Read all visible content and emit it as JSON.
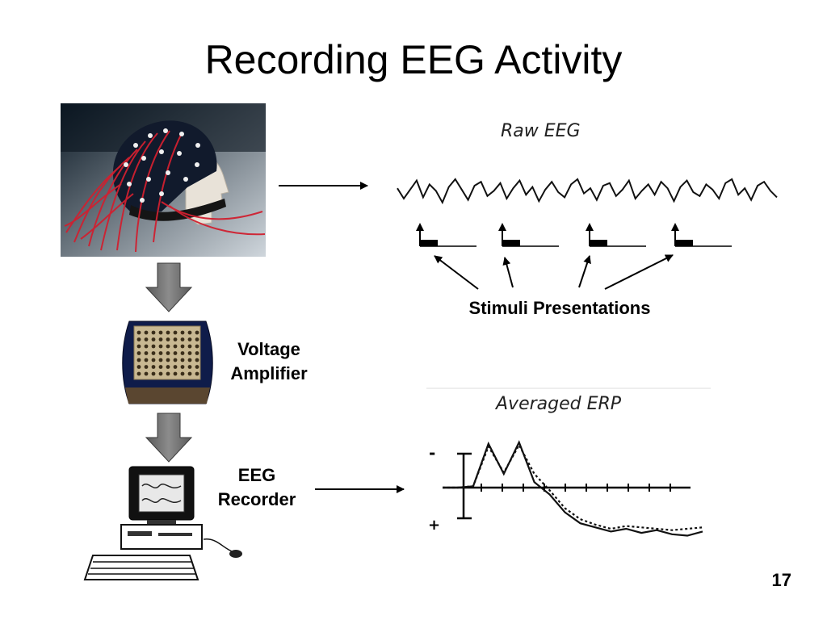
{
  "slide": {
    "title": "Recording EEG Activity",
    "page_number": "17"
  },
  "labels": {
    "amplifier_line1": "Voltage",
    "amplifier_line2": "Amplifier",
    "recorder_line1": "EEG",
    "recorder_line2": "Recorder",
    "stimuli": "Stimuli Presentations"
  },
  "chart_data": [
    {
      "type": "line",
      "title": "Raw EEG",
      "series": [
        {
          "values": [
            0.3,
            -0.5,
            0.2,
            0.9,
            -0.4,
            0.6,
            0.1,
            -0.8,
            0.4,
            1.0,
            0.2,
            -0.6,
            0.5,
            0.8,
            -0.3,
            0.1,
            0.7,
            -0.5,
            0.3,
            0.9,
            -0.2,
            0.4,
            -0.7,
            0.2,
            0.8,
            0.0,
            -0.4,
            0.6,
            1.0,
            -0.1,
            0.3,
            -0.6,
            0.5,
            0.7,
            -0.3,
            0.2,
            0.9,
            -0.5,
            0.1,
            0.6,
            -0.2,
            0.8,
            0.3,
            -0.7,
            0.4,
            0.9,
            0.0,
            -0.3,
            0.6,
            0.2,
            -0.5,
            0.7,
            1.0,
            -0.2,
            0.3,
            -0.6,
            0.5,
            0.8,
            0.1,
            -0.4
          ]
        }
      ],
      "stimulus_markers": 4
    },
    {
      "type": "line",
      "title": "Averaged ERP",
      "tick_labels": [
        "-",
        "+"
      ],
      "series": [
        {
          "style": "solid",
          "values": [
            0,
            0,
            0.1,
            3.2,
            1.0,
            3.3,
            0.4,
            -0.5,
            -1.8,
            -2.6,
            -2.9,
            -3.2,
            -3.0,
            -3.3,
            -3.1,
            -3.4,
            -3.5,
            -3.2
          ]
        },
        {
          "style": "dotted",
          "values": [
            0,
            0,
            0.1,
            3.0,
            1.1,
            3.1,
            1.0,
            -0.2,
            -1.5,
            -2.3,
            -2.7,
            -3.0,
            -2.8,
            -2.9,
            -3.0,
            -3.1,
            -3.0,
            -2.9
          ]
        }
      ]
    }
  ]
}
